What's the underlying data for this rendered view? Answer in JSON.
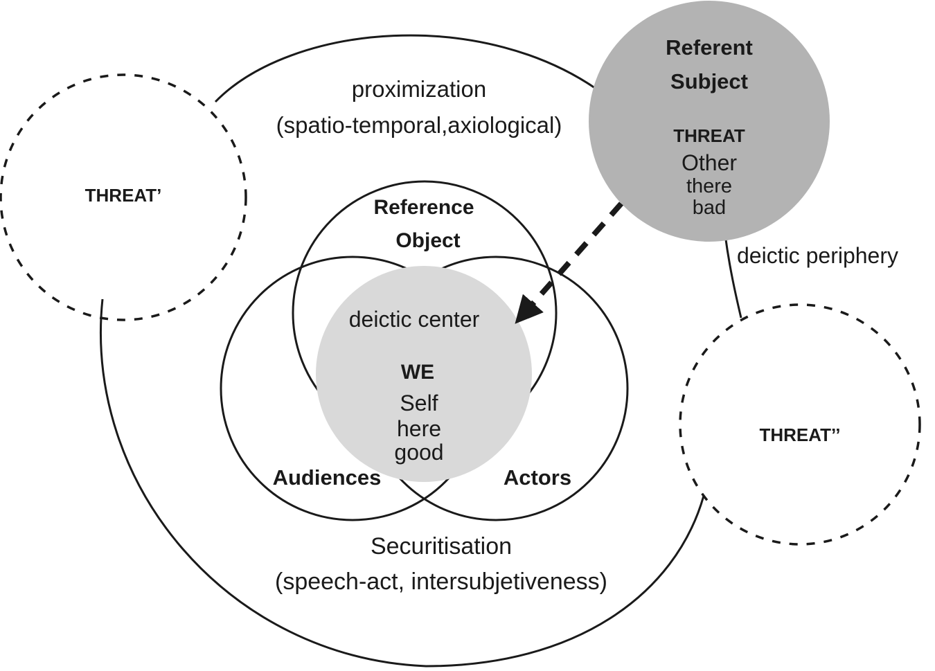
{
  "figure": {
    "type": "venn-deictic-space-diagram",
    "background_color": "#ffffff",
    "stroke_color": "#1a1a1a",
    "referent_fill": "#b3b3b3",
    "deictic_center_fill": "#d9d9d9"
  },
  "threat_left": {
    "label": "THREAT’",
    "style": "dashed-circle"
  },
  "threat_right": {
    "label": "THREAT’’",
    "style": "dashed-circle"
  },
  "referent_subject": {
    "title_line1": "Referent",
    "title_line2": "Subject",
    "threat_label": "THREAT",
    "attr1": "Other",
    "attr2": "there",
    "attr3": "bad"
  },
  "deictic_center": {
    "label": "deictic center",
    "we_label": "WE",
    "attr1": "Self",
    "attr2": "here",
    "attr3": "good"
  },
  "venn": {
    "reference_object_line1": "Reference",
    "reference_object_line2": "Object",
    "audiences": "Audiences",
    "actors": "Actors"
  },
  "annotations": {
    "proximization_line1": "proximization",
    "proximization_line2": "(spatio-temporal,axiological)",
    "securitisation_line1": "Securitisation",
    "securitisation_line2": "(speech-act, intersubjetiveness)",
    "deictic_periphery": "deictic periphery"
  }
}
